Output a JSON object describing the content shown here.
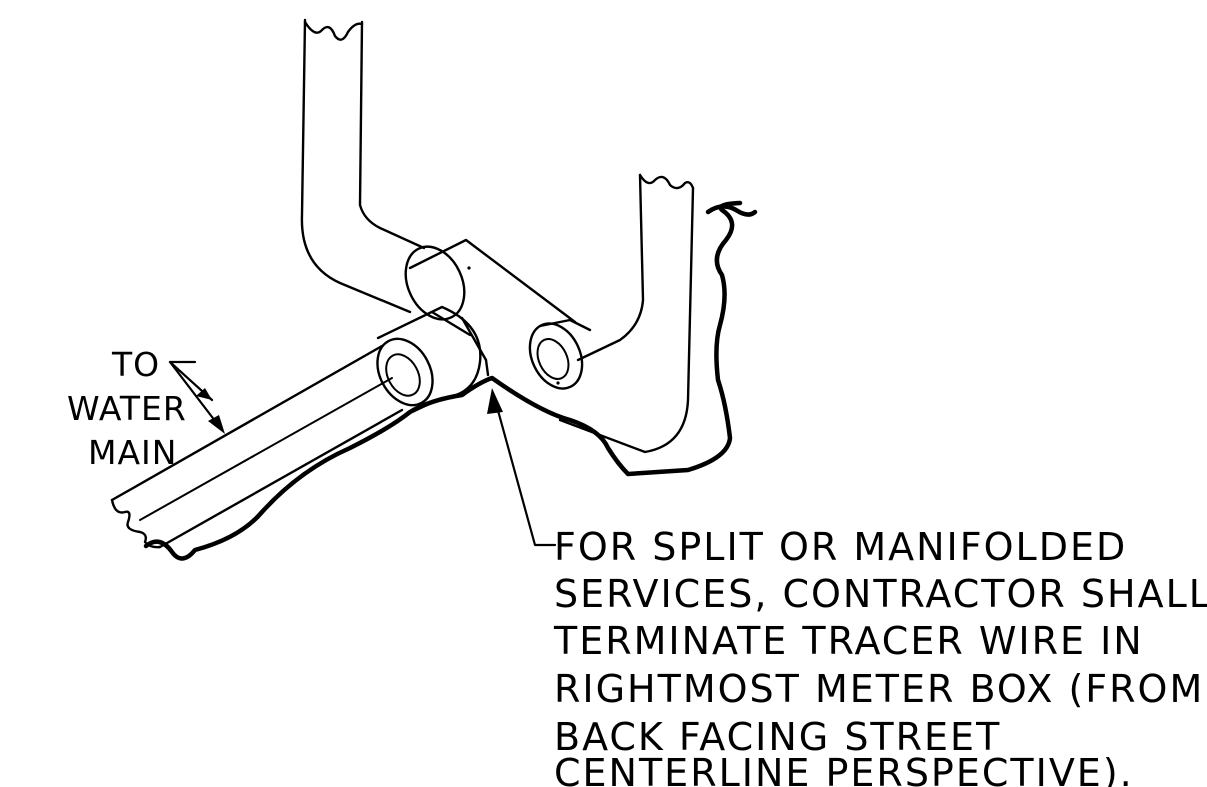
{
  "callouts": {
    "water_main": [
      "TO",
      "WATER",
      "MAIN"
    ],
    "note": [
      "FOR SPLIT OR MANIFOLDED",
      "SERVICES, CONTRACTOR SHALL",
      "TERMINATE TRACER WIRE IN",
      "RIGHTMOST METER BOX (FROM",
      "BACK FACING STREET",
      "CENTERLINE PERSPECTIVE)."
    ]
  },
  "colors": {
    "line": "#000000",
    "background": "#ffffff"
  }
}
